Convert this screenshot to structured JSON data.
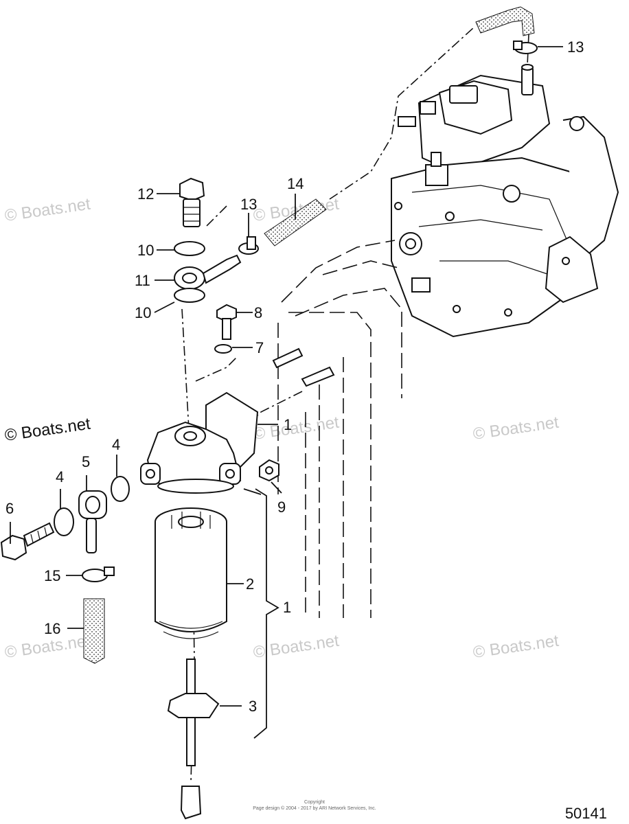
{
  "watermark": "© Boats.net",
  "figure_number": "50141",
  "copyright_line1": "Copyright",
  "copyright_line2": "Page design © 2004 - 2017 by ARI Network Services, Inc.",
  "callouts": {
    "c1a": "1",
    "c1b": "1",
    "c2": "2",
    "c3": "3",
    "c4a": "4",
    "c4b": "4",
    "c5": "5",
    "c6": "6",
    "c7": "7",
    "c8": "8",
    "c9": "9",
    "c10a": "10",
    "c10b": "10",
    "c11": "11",
    "c12": "12",
    "c13a": "13",
    "c13b": "13",
    "c14": "14",
    "c15": "15",
    "c16": "16"
  }
}
